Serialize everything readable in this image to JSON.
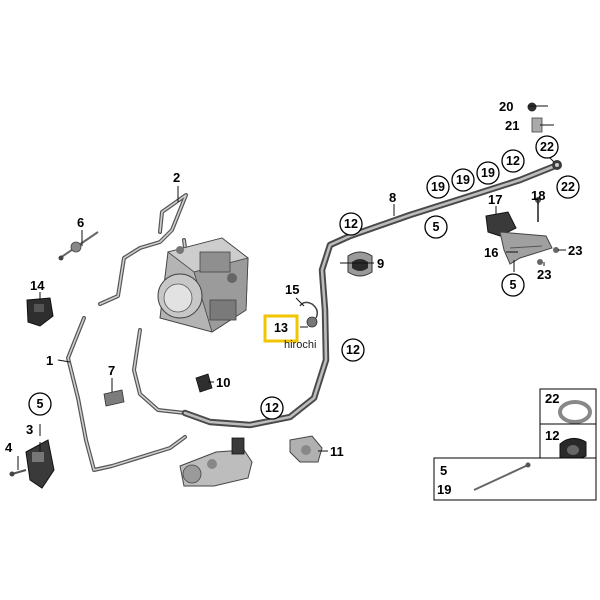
{
  "colors": {
    "highlight": "#f2c500",
    "line": "#000000",
    "pipe": "#555555",
    "part_dark": "#2e2e2e",
    "part_grey": "#a9a9a9"
  },
  "watermark": "hirochi",
  "highlighted_label": "13",
  "labels": {
    "l1": "1",
    "l2": "2",
    "l3": "3",
    "l4": "4",
    "l5_left": "5",
    "l6": "6",
    "l7": "7",
    "l8": "8",
    "l9": "9",
    "l10": "10",
    "l11": "11",
    "l12_a": "12",
    "l12_b": "12",
    "l12_c": "12",
    "l12_d": "12",
    "l13": "13",
    "l14": "14",
    "l15": "15",
    "l16": "16",
    "l17": "17",
    "l18": "18",
    "l19_a": "19",
    "l19_b": "19",
    "l19_c": "19",
    "l20": "20",
    "l21": "21",
    "l22_a": "22",
    "l22_b": "22",
    "l23_a": "23",
    "l23_b": "23",
    "l5_mid": "5",
    "l5_right": "5"
  },
  "legend": {
    "box1_label": "22",
    "box2_label": "12",
    "box3_top": "5",
    "box3_bottom": "19"
  }
}
